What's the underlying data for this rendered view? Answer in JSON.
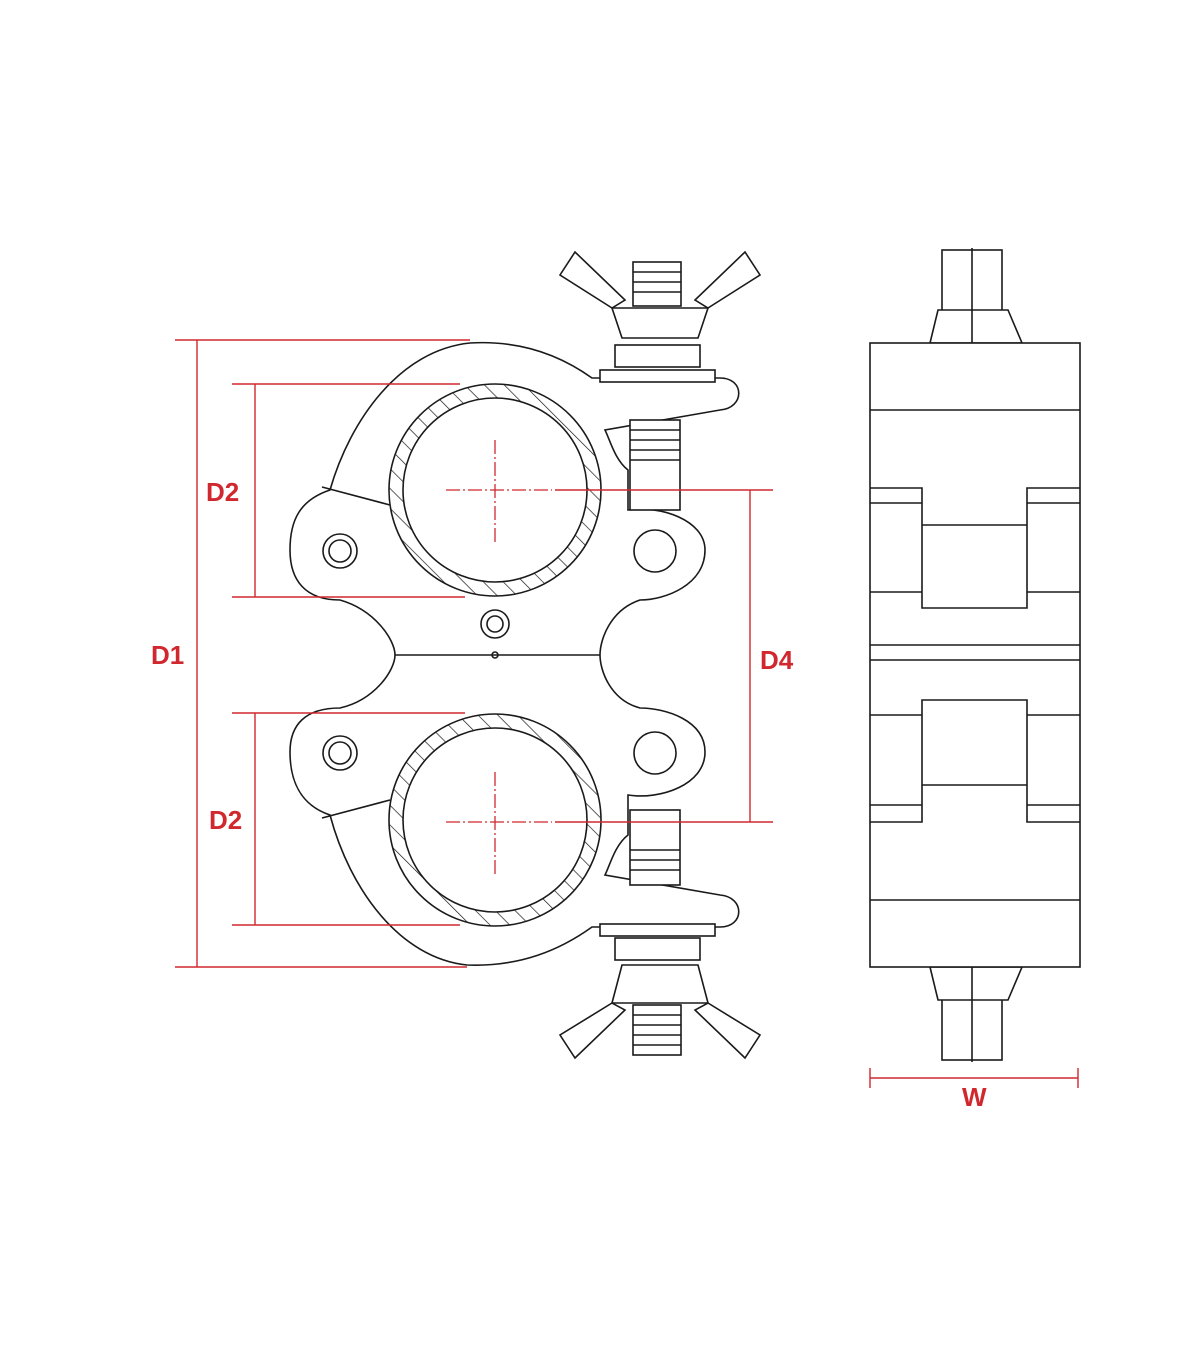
{
  "dimensions": {
    "d1": "D1",
    "d2_top": "D2",
    "d2_bottom": "D2",
    "d4": "D4",
    "w": "W"
  },
  "colors": {
    "dimension": "#d0282e",
    "line": "#1a1a1a"
  }
}
